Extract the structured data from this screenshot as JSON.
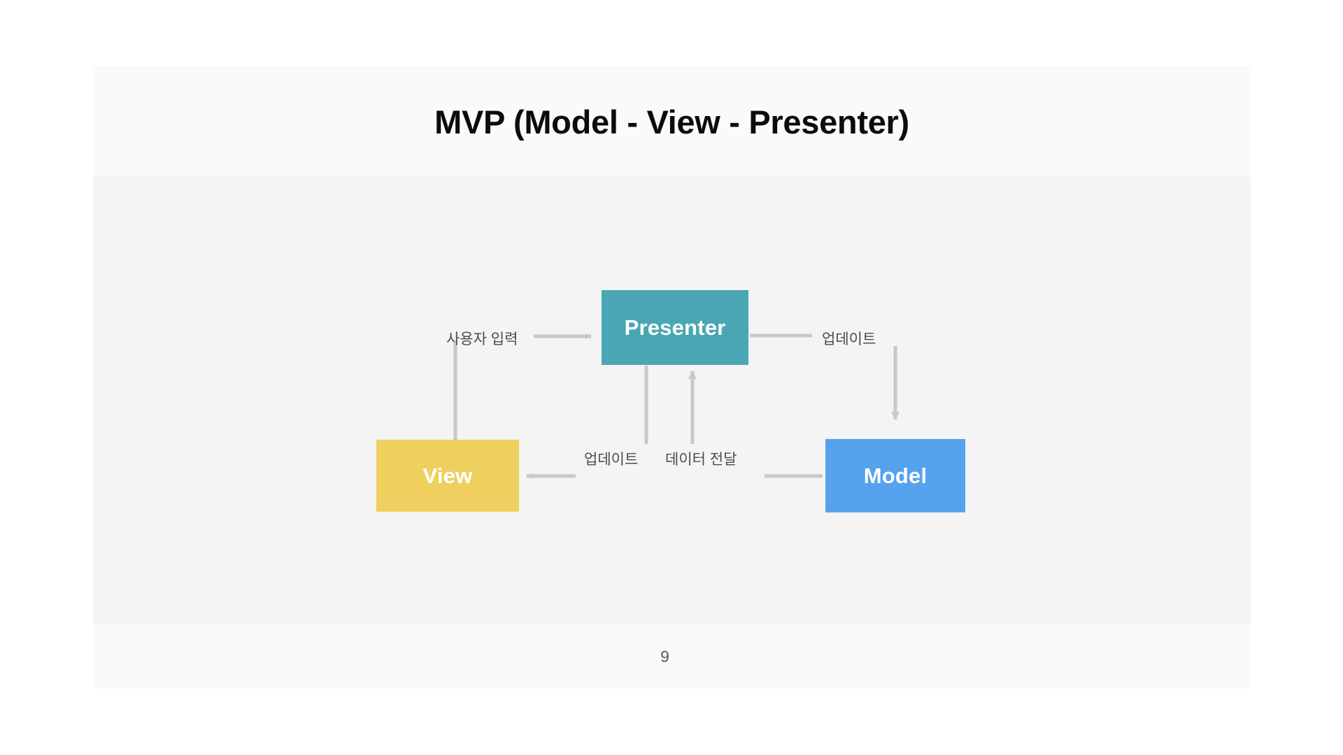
{
  "slide": {
    "title": "MVP (Model - View - Presenter)",
    "page_number": "9",
    "background_color": "#fafafa",
    "body_color": "#f4f4f4"
  },
  "diagram": {
    "type": "flow-diagram",
    "nodes": [
      {
        "id": "presenter",
        "label": "Presenter",
        "color": "#4ba6b3",
        "text_color": "#ffffff"
      },
      {
        "id": "view",
        "label": "View",
        "color": "#efd05f",
        "text_color": "#ffffff"
      },
      {
        "id": "model",
        "label": "Model",
        "color": "#55a3ef",
        "text_color": "#ffffff"
      }
    ],
    "edges": [
      {
        "id": "user-input",
        "label": "사용자 입력",
        "from": "view",
        "to": "presenter",
        "direction": "right"
      },
      {
        "id": "update-right",
        "label": "업데이트",
        "from": "presenter",
        "to": "model",
        "direction": "down"
      },
      {
        "id": "update-view",
        "label": "업데이트",
        "from": "presenter",
        "to": "view",
        "direction": "left"
      },
      {
        "id": "data-pass",
        "label": "데이터 전달",
        "from": "model",
        "to": "presenter",
        "direction": "up"
      }
    ],
    "line_color": "#c8c8c8",
    "label_color": "#4c4c4c"
  }
}
